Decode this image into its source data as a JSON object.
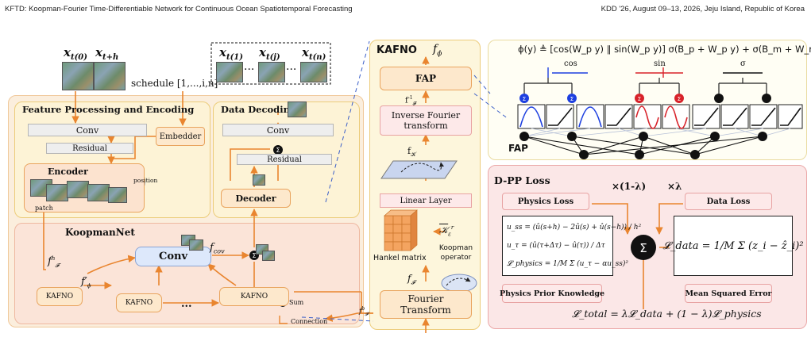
{
  "header": {
    "left": "KFTD: Koopman-Fourier Time-Differentiable Network for Continuous Ocean Spatiotemporal Forecasting",
    "right": "KDD '26, August 09–13, 2026, Jeju Island, Republic of Korea"
  },
  "inputs": {
    "x0": "x",
    "x0_sub": "t(0)",
    "xh": "x",
    "xh_sub": "t+h",
    "schedule": "schedule [1,...,i,n]"
  },
  "outputs": {
    "x1": "x",
    "x1_sub": "t(1)",
    "xj": "x",
    "xj_sub": "t(j)",
    "xn": "x",
    "xn_sub": "t(n)",
    "dots": "···"
  },
  "encoding": {
    "title": "Feature Processing and Encoding",
    "conv": "Conv",
    "residual": "Residual",
    "embedder": "Embedder",
    "encoder": "Encoder",
    "position": "position",
    "patch": "patch"
  },
  "decoding": {
    "title": "Data Decoding",
    "conv": "Conv",
    "residual": "Residual",
    "decoder": "Decoder"
  },
  "koopman": {
    "title": "KoopmanNet",
    "conv": "Conv",
    "fcov": "f",
    "fcov_sub": "cov",
    "fh": "f",
    "fh_sup": "h",
    "fh_sub": "𝓕",
    "fphi": "f′",
    "fphi_sub": "ϕ",
    "kafno1": "KAFNO",
    "kafno2": "KAFNO",
    "kafno3": "KAFNO",
    "dots": "...",
    "legend_sum": "Sum",
    "legend_conn": "Connection",
    "fb": "f",
    "fb_sup": "b",
    "fb_sub": "𝓕"
  },
  "kafno": {
    "title": "KAFNO",
    "fphi": "f",
    "fphi_sub": "ϕ",
    "fap": "FAP",
    "finv": "f",
    "finv_sup": "-1",
    "finv_sub": "𝓕",
    "inverse": "Inverse Fourier transform",
    "fk": "f",
    "fk_sub": "𝒦",
    "linear": "Linear Layer",
    "kr": "𝒦",
    "kr_sub": "ε",
    "kr_sup": "r",
    "hankel": "Hankel matrix",
    "koopman_op": "Koopman operator",
    "ff": "f",
    "ff_sub": "𝓕",
    "fourier": "Fourier Transform"
  },
  "fap": {
    "formula": "ϕ(y) ≜ [cos(W_p y) ∥ sin(W_p y)] σ(B_p + W_p y) + σ(B_m + W_m y)",
    "cos": "cos",
    "sin": "sin",
    "sigma": "σ",
    "label": "FAP"
  },
  "dpp": {
    "title": "D-PP Loss",
    "physics": "Physics Loss",
    "data": "Data Loss",
    "w1": "×(1-λ)",
    "w2": "×λ",
    "eq1": "u_ss = (û(s+h) − 2û(s) + û(s−h)) / h²",
    "eq2": "u_τ = (û(τ+Δτ) − û(τ)) / Δτ",
    "eq3": "𝓛_physics = 1/M Σ (u_τ − αu_ss)²",
    "data_eq": "𝓛_data = 1/M Σ (z_i − ẑ_i)²",
    "prior": "Physics Prior Knowledge",
    "mse": "Mean Squared Error",
    "total": "𝓛_total = λ𝓛_data + (1 − λ)𝓛_physics"
  },
  "colors": {
    "orange": "#e9852f",
    "yellow_panel": "#fdf6dc",
    "pink_panel": "#fbe7e7",
    "blue_conv": "#dde8fb",
    "red_curve": "#d8222a",
    "blue_curve": "#1d3fe0"
  }
}
